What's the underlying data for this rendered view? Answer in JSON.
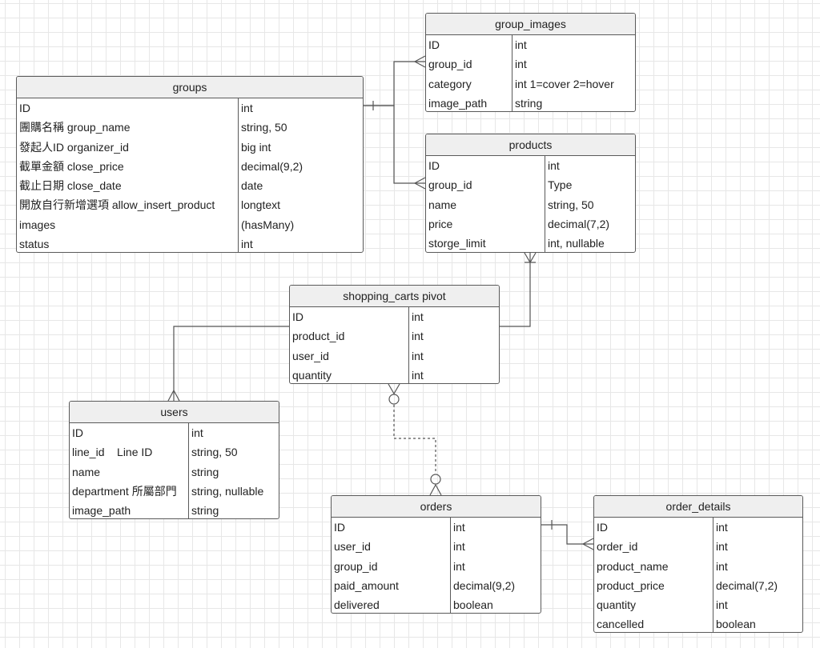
{
  "tables": [
    {
      "id": "groups",
      "title": "groups",
      "rows": [
        {
          "name": "ID",
          "type": "int"
        },
        {
          "name": "團購名稱 group_name",
          "type": "string, 50"
        },
        {
          "name": "發起人ID  organizer_id",
          "type": "big int"
        },
        {
          "name": "截單金額 close_price",
          "type": "decimal(9,2)"
        },
        {
          "name": "截止日期 close_date",
          "type": "date"
        },
        {
          "name": "開放自行新增選項 allow_insert_product",
          "type": "longtext"
        },
        {
          "name": "images",
          "type": "(hasMany)"
        },
        {
          "name": "status",
          "type": "int"
        }
      ]
    },
    {
      "id": "group_images",
      "title": "group_images",
      "rows": [
        {
          "name": "ID",
          "type": "int"
        },
        {
          "name": "group_id",
          "type": "int"
        },
        {
          "name": "category",
          "type": "int 1=cover 2=hover"
        },
        {
          "name": "image_path",
          "type": "string"
        }
      ]
    },
    {
      "id": "products",
      "title": "products",
      "rows": [
        {
          "name": "ID",
          "type": "int"
        },
        {
          "name": "group_id",
          "type": "Type"
        },
        {
          "name": "name",
          "type": "string, 50"
        },
        {
          "name": "price",
          "type": "decimal(7,2)"
        },
        {
          "name": "storge_limit",
          "type": "int, nullable"
        }
      ]
    },
    {
      "id": "shopping_carts",
      "title": "shopping_carts pivot",
      "rows": [
        {
          "name": "ID",
          "type": "int"
        },
        {
          "name": "product_id",
          "type": "int"
        },
        {
          "name": "user_id",
          "type": "int"
        },
        {
          "name": "quantity",
          "type": "int"
        }
      ]
    },
    {
      "id": "users",
      "title": "users",
      "rows": [
        {
          "name": "ID",
          "type": "int"
        },
        {
          "name": "line_id    Line ID",
          "type": "string, 50"
        },
        {
          "name": "name",
          "type": "string"
        },
        {
          "name": "department 所屬部門",
          "type": "string, nullable"
        },
        {
          "name": "image_path",
          "type": "string"
        }
      ]
    },
    {
      "id": "orders",
      "title": "orders",
      "rows": [
        {
          "name": "ID",
          "type": "int"
        },
        {
          "name": "user_id",
          "type": "int"
        },
        {
          "name": "group_id",
          "type": "int"
        },
        {
          "name": "paid_amount",
          "type": "decimal(9,2)"
        },
        {
          "name": "delivered",
          "type": "boolean"
        }
      ]
    },
    {
      "id": "order_details",
      "title": "order_details",
      "rows": [
        {
          "name": "ID",
          "type": "int"
        },
        {
          "name": "order_id",
          "type": "int"
        },
        {
          "name": "product_name",
          "type": "int"
        },
        {
          "name": "product_price",
          "type": "decimal(7,2)"
        },
        {
          "name": "quantity",
          "type": "int"
        },
        {
          "name": "cancelled",
          "type": "boolean"
        }
      ]
    }
  ],
  "colors": {
    "background": "#ffffff",
    "grid": "#e7e7e7",
    "border": "#5a5a5a",
    "header": "#efefef",
    "connector": "#555555"
  }
}
